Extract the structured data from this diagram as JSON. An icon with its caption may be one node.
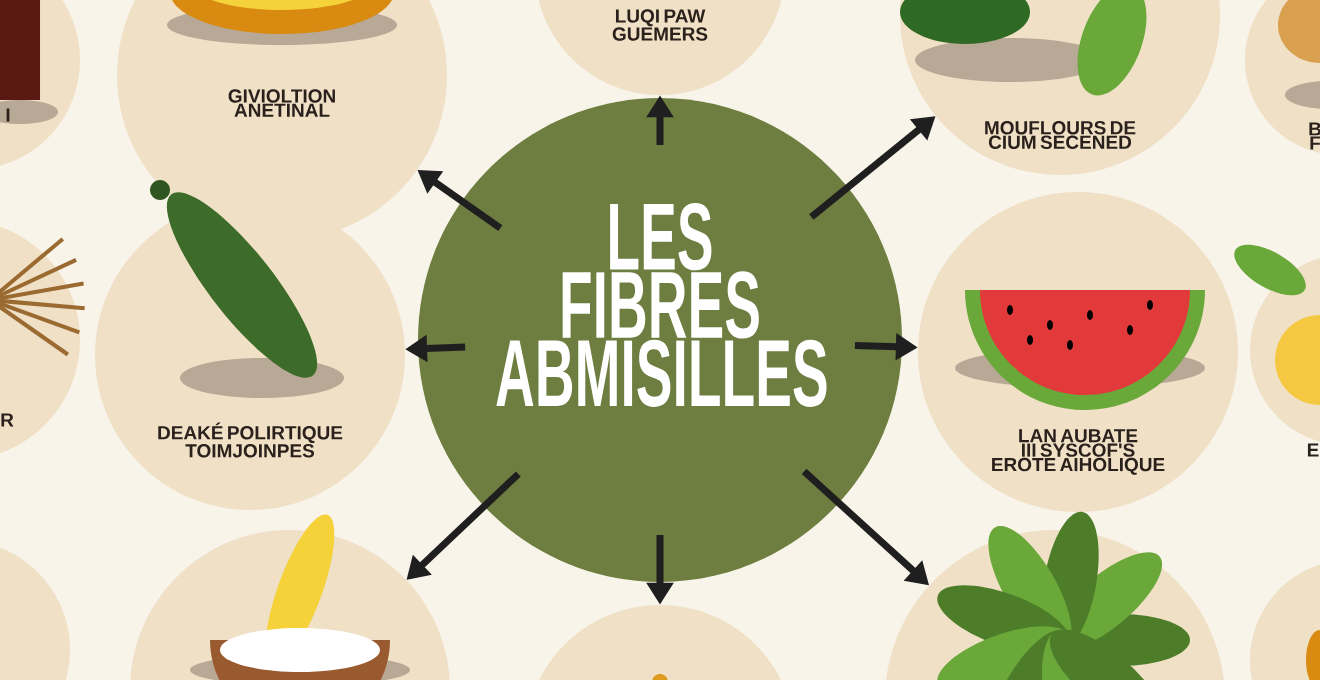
{
  "diagram": {
    "nodes": [
      {
        "text": [
          "LES FIBRES ABMISILLES"
        ]
      },
      {
        "text": [
          "I"
        ]
      },
      {
        "text": [
          "GIVIOLTION ANETINAL"
        ]
      },
      {
        "text": [
          "LUQI PAW GUEMERS"
        ]
      },
      {
        "text": [
          "MOUFLOURS DE CIUM SECENED"
        ]
      },
      {
        "text": [
          "B F"
        ]
      },
      {
        "text": [
          "R"
        ]
      },
      {
        "text": [
          "DEAKÉ POLIRTIQUE TOIMJOINPES"
        ]
      },
      {
        "text": [
          "LAN AUBATE III SYSCOF'S EROTE AIHOLIQUE"
        ]
      },
      {
        "text": [
          "E"
        ]
      },
      {
        "text": [],
        "shape": "circle"
      },
      {
        "text": [],
        "shape": "circle"
      },
      {
        "text": [],
        "shape": "circle"
      },
      {
        "text": [],
        "shape": "circle"
      },
      {
        "text": [],
        "shape": "circle"
      }
    ],
    "edges": [
      {
        "from": 0,
        "to": 3,
        "arrow": "to"
      },
      {
        "from": 0,
        "to": 2,
        "arrow": "to"
      },
      {
        "from": 0,
        "to": 4,
        "arrow": "to"
      },
      {
        "from": 0,
        "to": 7,
        "arrow": "to"
      },
      {
        "from": 0,
        "to": 8,
        "arrow": "to"
      },
      {
        "from": 0,
        "to": 11,
        "arrow": "to"
      },
      {
        "from": 0,
        "to": 12,
        "arrow": "to"
      },
      {
        "from": 0,
        "to": 13,
        "arrow": "to"
      }
    ]
  }
}
